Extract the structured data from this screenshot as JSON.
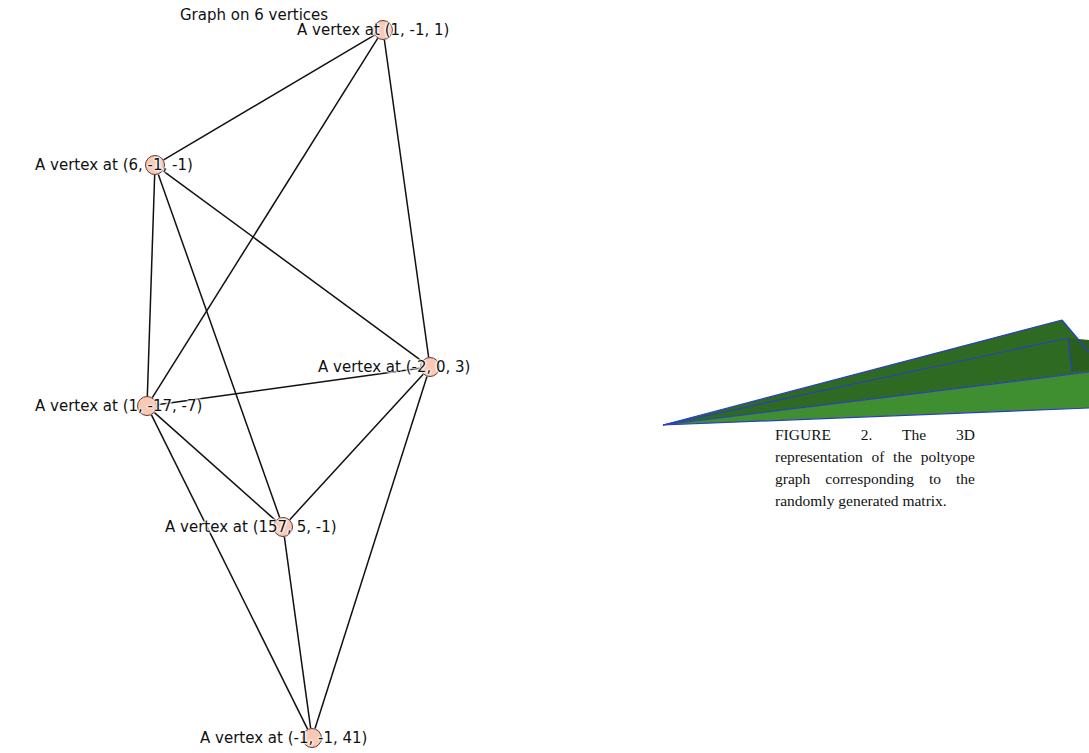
{
  "diagram": {
    "title": "Graph on 6 vertices",
    "caption": "FIGURE 2. The 3D representation of the poltyope graph corresponding to the randomly generated matrix.",
    "nodes": [
      {
        "text": [
          "A vertex at (1, -1, 1)"
        ]
      },
      {
        "text": [
          "A vertex at (6, -1, -1)"
        ]
      },
      {
        "text": [
          "A vertex at (-2, 0, 3)"
        ]
      },
      {
        "text": [
          "A vertex at (1, -17, -7)"
        ]
      },
      {
        "text": [
          "A vertex at (157, 5, -1)"
        ]
      },
      {
        "text": [
          "A vertex at (-1, -1, 41)"
        ]
      }
    ],
    "edges": [
      {
        "from": 0,
        "to": 1,
        "arrow": "none"
      },
      {
        "from": 0,
        "to": 3,
        "arrow": "none"
      },
      {
        "from": 0,
        "to": 2,
        "arrow": "none"
      },
      {
        "from": 1,
        "to": 3,
        "arrow": "none"
      },
      {
        "from": 1,
        "to": 4,
        "arrow": "none"
      },
      {
        "from": 1,
        "to": 2,
        "arrow": "none"
      },
      {
        "from": 3,
        "to": 2,
        "arrow": "none"
      },
      {
        "from": 3,
        "to": 4,
        "arrow": "none"
      },
      {
        "from": 3,
        "to": 5,
        "arrow": "none"
      },
      {
        "from": 2,
        "to": 4,
        "arrow": "none"
      },
      {
        "from": 2,
        "to": 5,
        "arrow": "none"
      },
      {
        "from": 4,
        "to": 5,
        "arrow": "none"
      }
    ]
  }
}
